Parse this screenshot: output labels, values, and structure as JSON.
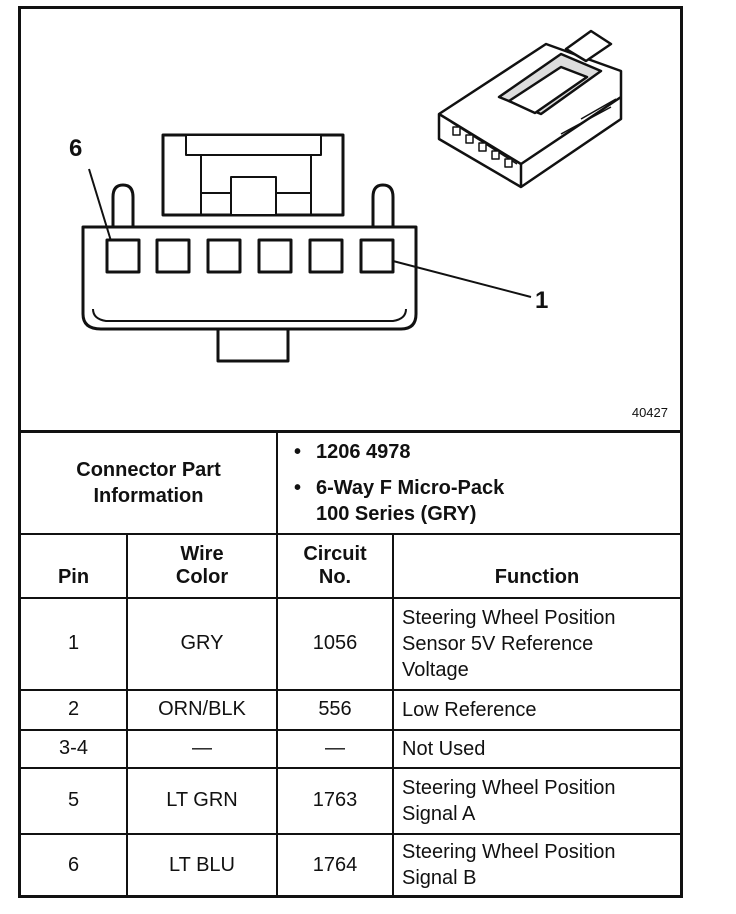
{
  "figure": {
    "number": "40427",
    "pin_callout_left": "6",
    "pin_callout_right": "1"
  },
  "connector_info": {
    "label_line1": "Connector Part",
    "label_line2": "Information",
    "part_number": "1206 4978",
    "description_line1": "6-Way F Micro-Pack",
    "description_line2": "100 Series (GRY)",
    "bullet": "•"
  },
  "table": {
    "headers": {
      "pin": "Pin",
      "wire_color_line1": "Wire",
      "wire_color_line2": "Color",
      "circuit_line1": "Circuit",
      "circuit_line2": "No.",
      "function": "Function"
    },
    "rows": [
      {
        "pin": "1",
        "wire_color": "GRY",
        "circuit": "1056",
        "function_lines": [
          "Steering Wheel Position",
          "Sensor 5V Reference",
          "Voltage"
        ]
      },
      {
        "pin": "2",
        "wire_color": "ORN/BLK",
        "circuit": "556",
        "function_lines": [
          "Low Reference"
        ]
      },
      {
        "pin": "3-4",
        "wire_color": "—",
        "circuit": "—",
        "function_lines": [
          "Not Used"
        ]
      },
      {
        "pin": "5",
        "wire_color": "LT GRN",
        "circuit": "1763",
        "function_lines": [
          "Steering Wheel Position",
          "Signal A"
        ]
      },
      {
        "pin": "6",
        "wire_color": "LT BLU",
        "circuit": "1764",
        "function_lines": [
          "Steering Wheel Position",
          "Signal B"
        ]
      }
    ]
  }
}
